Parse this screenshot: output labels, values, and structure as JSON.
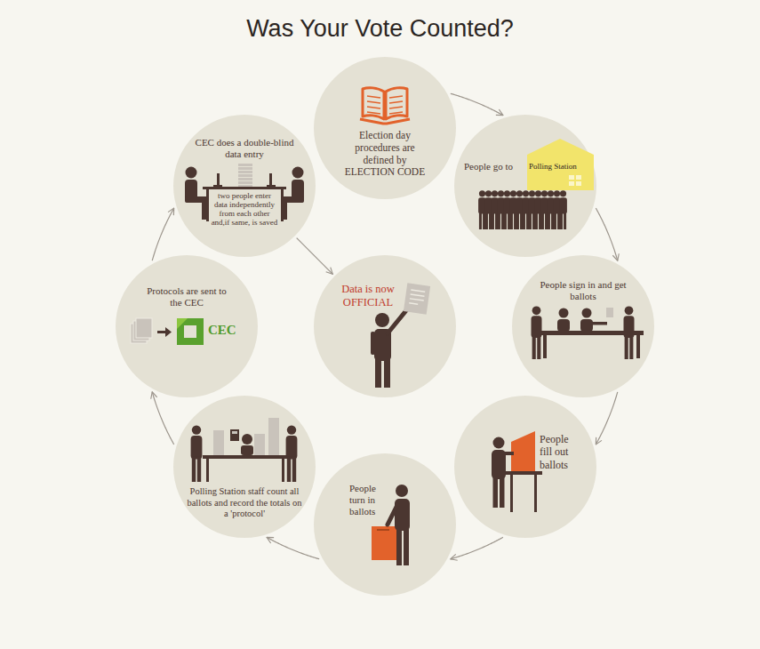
{
  "diagram": {
    "title": "Was Your Vote Counted?",
    "nodes": [
      {
        "text": [
          "Election day procedures are defined by ELECTION CODE"
        ]
      },
      {
        "text": [
          "People go to",
          "Polling Station"
        ]
      },
      {
        "text": [
          "People sign in and get ballots"
        ]
      },
      {
        "text": [
          "People fill out ballots"
        ]
      },
      {
        "text": [
          "People turn in ballots"
        ]
      },
      {
        "text": [
          "Polling Station staff count all ballots and record the totals on a 'protocol'"
        ]
      },
      {
        "text": [
          "Protocols are sent to the CEC",
          "CEC"
        ]
      },
      {
        "text": [
          "CEC does a double-blind data entry",
          "two people enter data independently from each other and,if same, is saved"
        ]
      },
      {
        "text": [
          "Data is now OFFICIAL"
        ]
      }
    ],
    "edges": [
      {
        "from": 0,
        "to": 1,
        "arrow": "to"
      },
      {
        "from": 1,
        "to": 2,
        "arrow": "to"
      },
      {
        "from": 2,
        "to": 3,
        "arrow": "to"
      },
      {
        "from": 3,
        "to": 4,
        "arrow": "to"
      },
      {
        "from": 4,
        "to": 5,
        "arrow": "to"
      },
      {
        "from": 5,
        "to": 6,
        "arrow": "to"
      },
      {
        "from": 6,
        "to": 7,
        "arrow": "to"
      },
      {
        "from": 7,
        "to": 8,
        "arrow": "to"
      }
    ]
  }
}
